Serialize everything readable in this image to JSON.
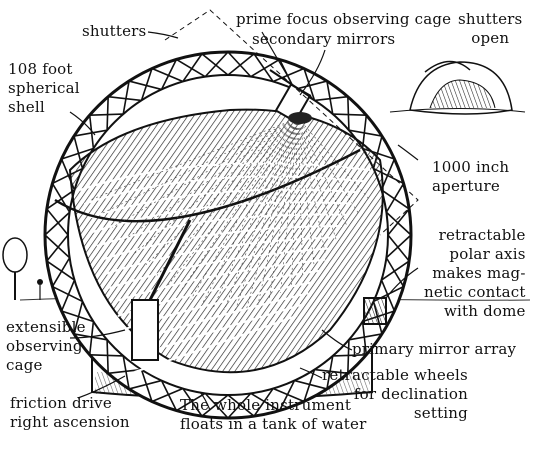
{
  "colors": {
    "ink": "#111111",
    "paper": "#ffffff",
    "shade": "#3a3a3a"
  },
  "labels": {
    "shutters": "shutters",
    "prime_focus": "prime focus observing cage",
    "secondary_mirrors": "secondary mirrors",
    "shutters_open": [
      "shutters",
      "open"
    ],
    "shell": [
      "108 foot",
      "spherical",
      "shell"
    ],
    "aperture": [
      "1000 inch",
      "aperture"
    ],
    "polar_axis": [
      "retractable",
      "polar axis",
      "makes mag-",
      "netic contact",
      "with dome"
    ],
    "observing_cage": [
      "extensible",
      "observing",
      "cage"
    ],
    "primary_mirror": "primary mirror array",
    "wheels": [
      "retractable wheels",
      "for declination",
      "setting"
    ],
    "friction_drive": [
      "friction drive",
      "right ascension"
    ],
    "floats": [
      "The whole instrument",
      "floats in a tank of water"
    ]
  }
}
